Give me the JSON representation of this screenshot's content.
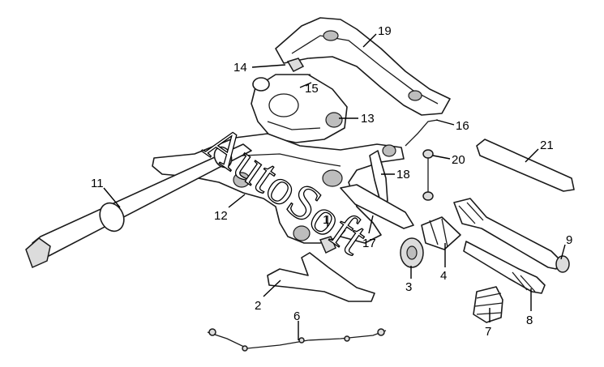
{
  "callouts": [
    "1",
    "2",
    "3",
    "4",
    "6",
    "7",
    "8",
    "9",
    "11",
    "12",
    "13",
    "14",
    "15",
    "16",
    "17",
    "18",
    "19",
    "20",
    "21"
  ],
  "watermark": "AutoSoft"
}
